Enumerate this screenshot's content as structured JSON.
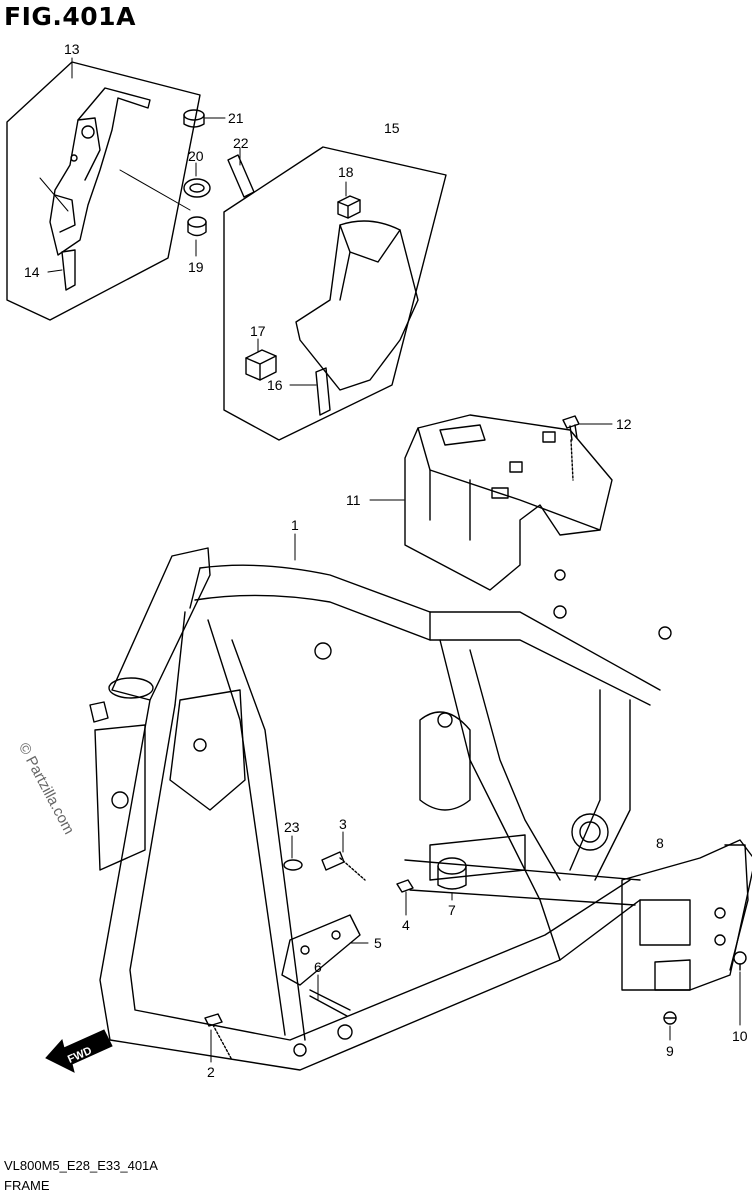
{
  "figure": {
    "title": "FIG.401A",
    "code": "VL800M5_E28_E33_401A",
    "name": "FRAME",
    "watermark": "© Partzilla.com",
    "fwd_label": "FWD"
  },
  "callouts": [
    {
      "id": "1",
      "label": "1"
    },
    {
      "id": "2",
      "label": "2"
    },
    {
      "id": "3",
      "label": "3"
    },
    {
      "id": "4",
      "label": "4"
    },
    {
      "id": "5",
      "label": "5"
    },
    {
      "id": "6",
      "label": "6"
    },
    {
      "id": "7",
      "label": "7"
    },
    {
      "id": "8",
      "label": "8"
    },
    {
      "id": "9",
      "label": "9"
    },
    {
      "id": "10",
      "label": "10"
    },
    {
      "id": "11",
      "label": "11"
    },
    {
      "id": "12",
      "label": "12"
    },
    {
      "id": "13",
      "label": "13"
    },
    {
      "id": "14",
      "label": "14"
    },
    {
      "id": "15",
      "label": "15"
    },
    {
      "id": "16",
      "label": "16"
    },
    {
      "id": "17",
      "label": "17"
    },
    {
      "id": "18",
      "label": "18"
    },
    {
      "id": "19",
      "label": "19"
    },
    {
      "id": "20",
      "label": "20"
    },
    {
      "id": "21",
      "label": "21"
    },
    {
      "id": "22",
      "label": "22"
    },
    {
      "id": "23",
      "label": "23"
    }
  ]
}
